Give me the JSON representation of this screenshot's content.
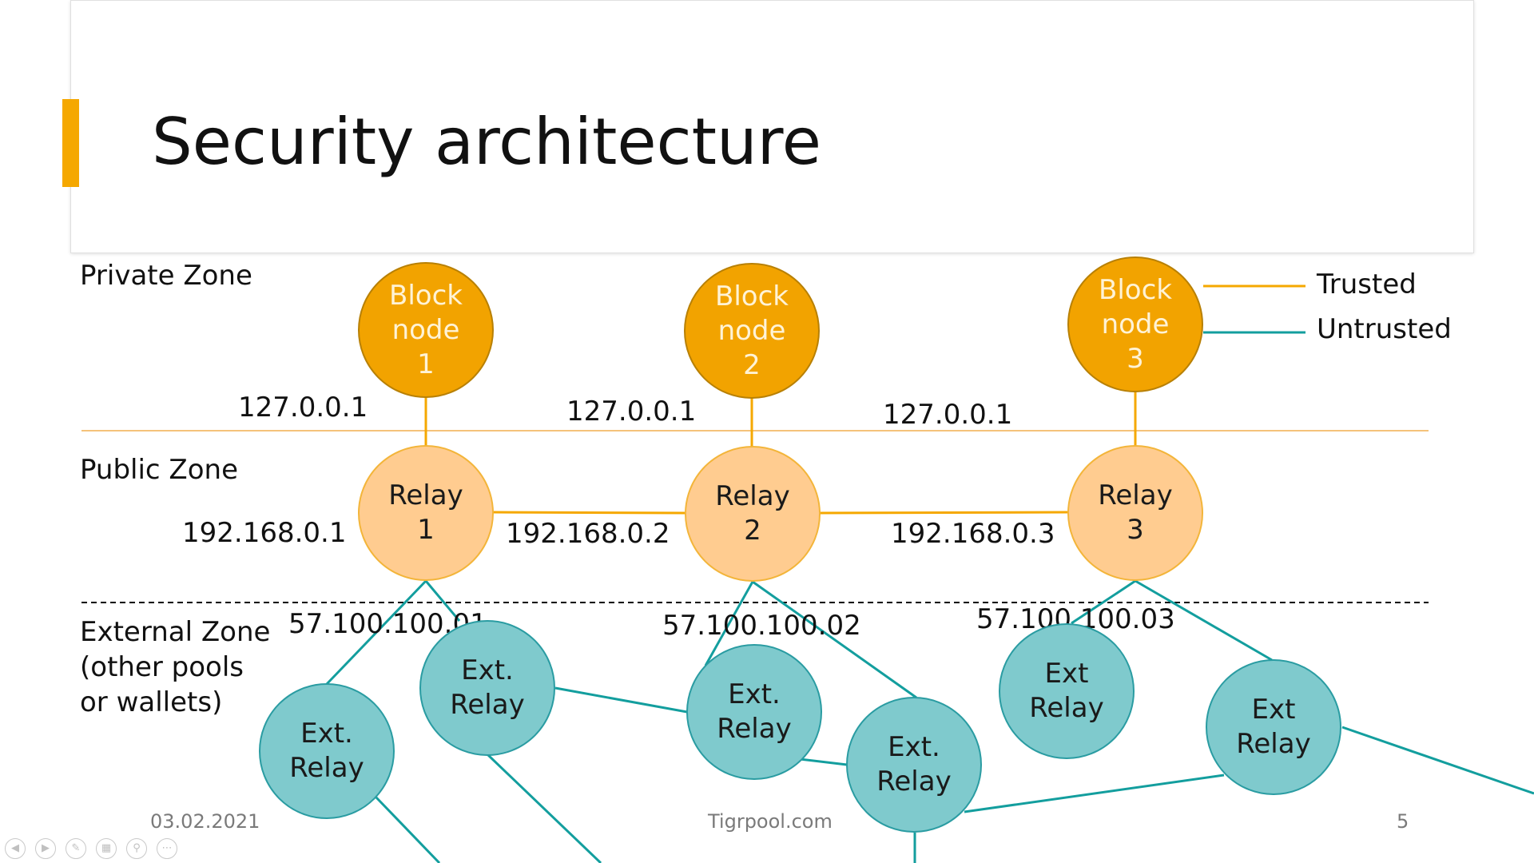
{
  "slide": {
    "title": "Security architecture",
    "accent_color": "#f5a800"
  },
  "zones": {
    "private": "Private Zone",
    "public": "Public Zone",
    "external": "External Zone\n(other pools\nor wallets)"
  },
  "legend": {
    "trusted": "Trusted",
    "untrusted": "Untrusted"
  },
  "nodes": {
    "block1": "Block\nnode\n1",
    "block2": "Block\nnode\n2",
    "block3": "Block\nnode\n3",
    "relay1": "Relay\n1",
    "relay2": "Relay\n2",
    "relay3": "Relay\n3",
    "ext_a": "Ext.\nRelay",
    "ext_b": "Ext.\nRelay",
    "ext_c": "Ext.\nRelay",
    "ext_d": "Ext.\nRelay",
    "ext_e": "Ext\nRelay",
    "ext_f": "Ext\nRelay"
  },
  "addresses": {
    "local1": "127.0.0.1",
    "local2": "127.0.0.1",
    "local3": "127.0.0.1",
    "private_ip1": "192.168.0.1",
    "private_ip2": "192.168.0.2",
    "private_ip3": "192.168.0.3",
    "public_ip1": "57.100.100.01",
    "public_ip2": "57.100.100.02",
    "public_ip3": "57.100.100.03"
  },
  "footer": {
    "date": "03.02.2021",
    "site": "Tigrpool.com",
    "page": "5"
  },
  "colors": {
    "trusted": "#f5a800",
    "untrusted": "#139e9e",
    "block_fill": "#f2a300",
    "block_border": "#b88004",
    "relay_fill": "#ffcc90",
    "relay_border": "#f3b53a",
    "ext_fill": "#7fcacd",
    "ext_border": "#2a9ca2",
    "zone_line": "#f5c27a"
  },
  "icons": [
    "previous-slide-icon",
    "next-slide-icon",
    "pen-icon",
    "slides-grid-icon",
    "zoom-icon",
    "more-options-icon"
  ]
}
